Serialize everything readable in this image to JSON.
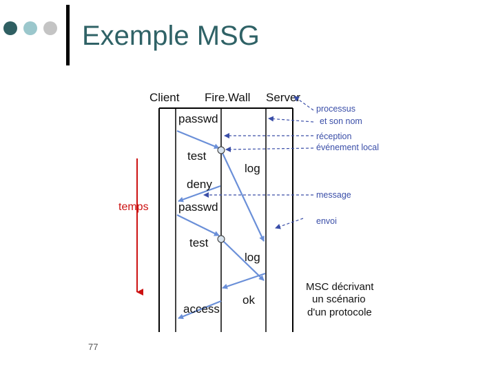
{
  "slide": {
    "title": "Exemple MSG",
    "page_number": "77"
  },
  "diagram": {
    "processes": [
      "Client",
      "Fire.Wall",
      "Server"
    ],
    "messages": {
      "passwd_1": "passwd",
      "test_1": "test",
      "log_1": "log",
      "deny": "deny",
      "passwd_2": "passwd",
      "test_2": "test",
      "log_2": "log",
      "ok": "ok",
      "access": "access"
    },
    "time_label": "temps",
    "annotations": {
      "processus": [
        "processus",
        "et son nom"
      ],
      "reception": [
        "réception",
        "événement local"
      ],
      "message": "message",
      "envoi": "envoi"
    },
    "caption": [
      "MSC décrivant",
      "un scénario",
      "d'un protocole"
    ],
    "colors": {
      "arrow": "#6a8fd8",
      "annotation": "#3a4ea8",
      "time_arrow": "#cc1111",
      "title": "#2f6266"
    }
  }
}
